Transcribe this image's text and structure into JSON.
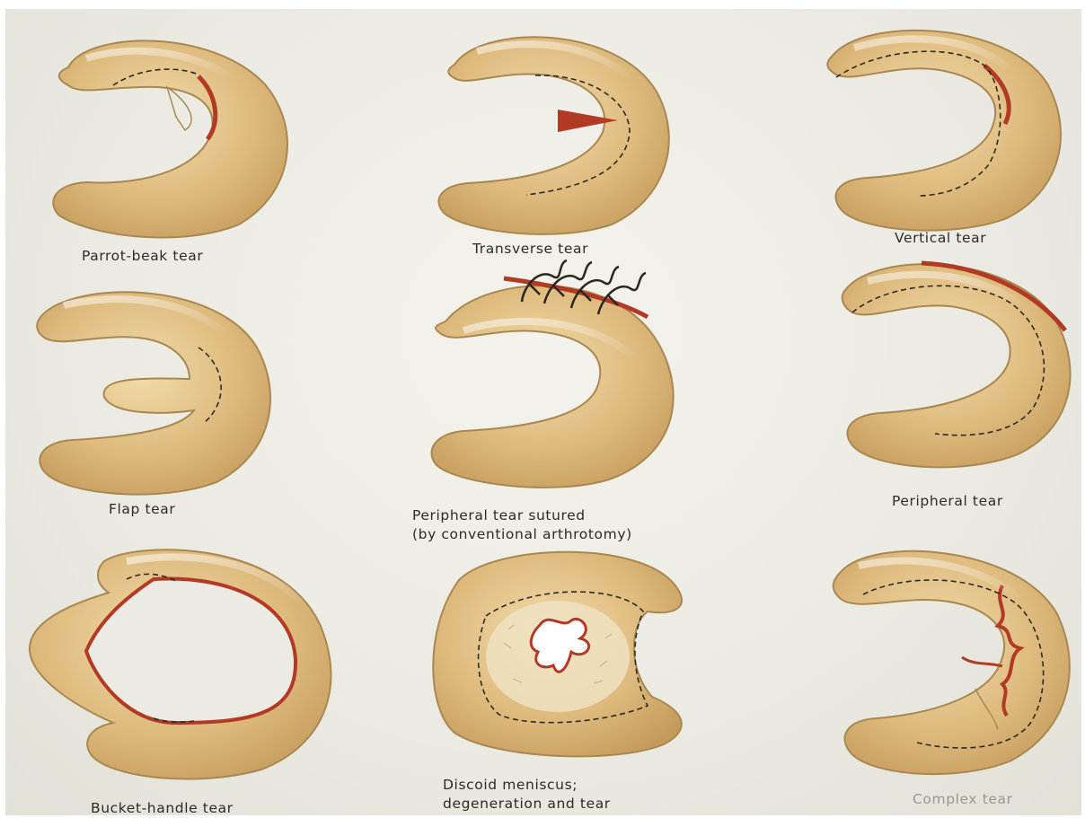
{
  "figure": {
    "colors": {
      "meniscus_fill": "#ddb97c",
      "meniscus_edge": "#a98750",
      "tear_red": "#b23a25",
      "dashed_line": "#2e2a22",
      "suture": "#2a2620",
      "background": "#ecebe3"
    },
    "panels": [
      {
        "id": "parrot-beak",
        "caption_lines": [
          "Parrot-beak tear"
        ]
      },
      {
        "id": "transverse",
        "caption_lines": [
          "Transverse tear"
        ]
      },
      {
        "id": "vertical",
        "caption_lines": [
          "Vertical tear"
        ]
      },
      {
        "id": "flap",
        "caption_lines": [
          "Flap tear"
        ]
      },
      {
        "id": "peripheral-sutured",
        "caption_lines": [
          "Peripheral tear sutured",
          "(by conventional arthrotomy)"
        ]
      },
      {
        "id": "peripheral",
        "caption_lines": [
          "Peripheral tear"
        ]
      },
      {
        "id": "bucket-handle",
        "caption_lines": [
          "Bucket-handle tear"
        ]
      },
      {
        "id": "discoid",
        "caption_lines": [
          "Discoid meniscus;",
          "degeneration and tear"
        ]
      },
      {
        "id": "complex",
        "caption_lines": [
          "Complex tear"
        ]
      }
    ]
  }
}
